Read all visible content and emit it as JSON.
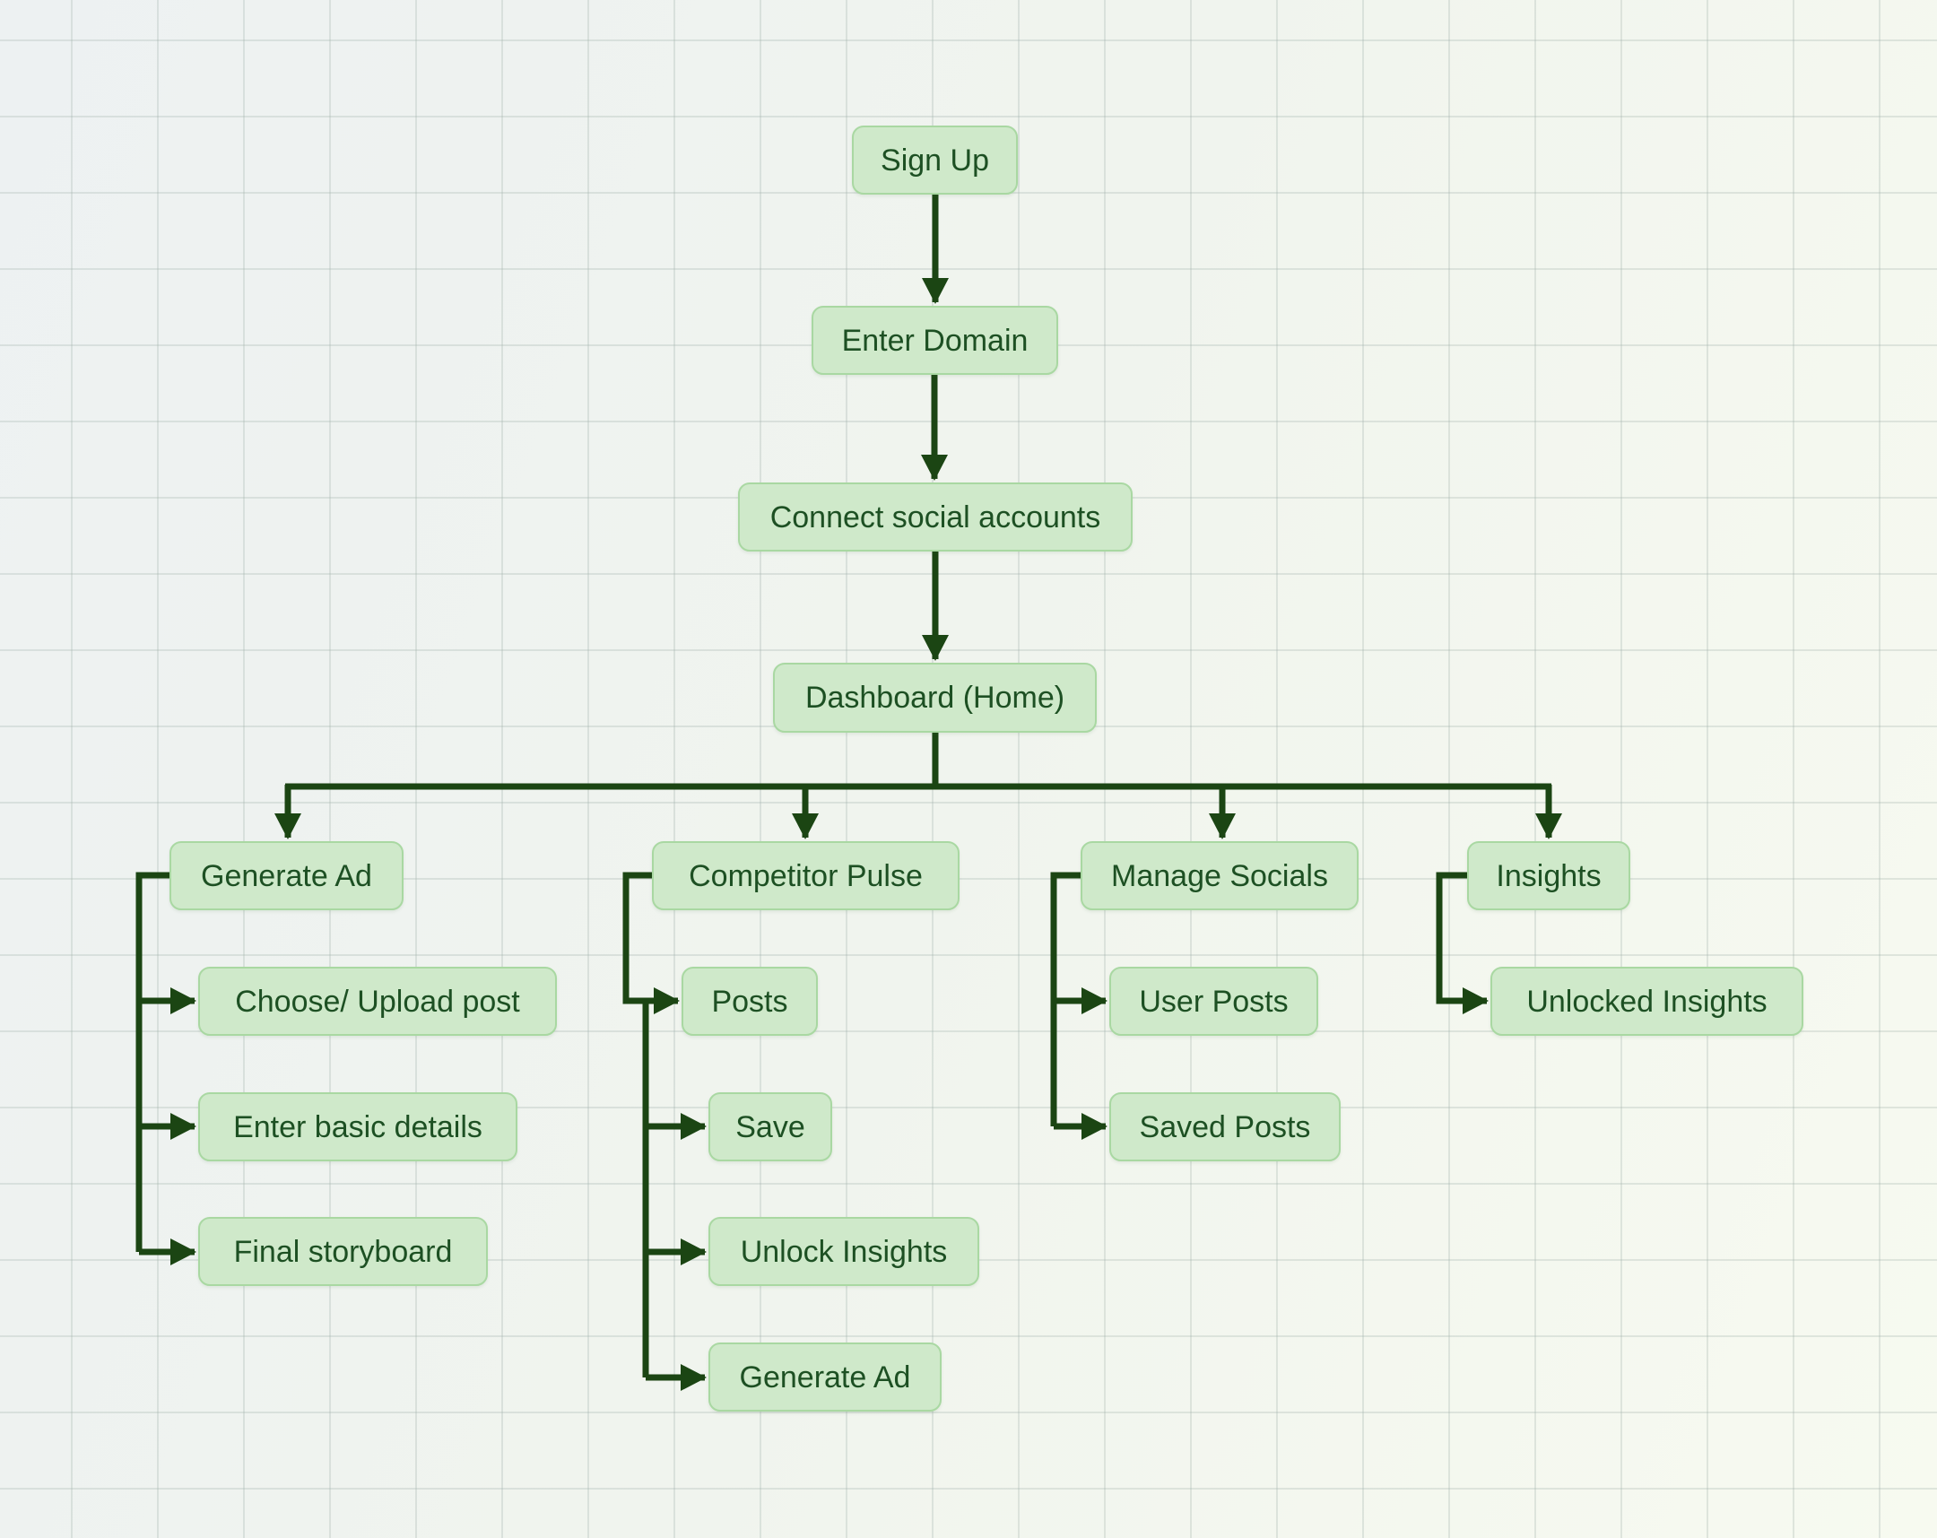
{
  "diagram": {
    "type": "flowchart",
    "nodes": [
      {
        "id": "sign-up",
        "label": "Sign Up"
      },
      {
        "id": "enter-domain",
        "label": "Enter Domain"
      },
      {
        "id": "connect-social-accounts",
        "label": "Connect social accounts"
      },
      {
        "id": "dashboard-home",
        "label": "Dashboard (Home)"
      },
      {
        "id": "generate-ad",
        "label": "Generate Ad"
      },
      {
        "id": "competitor-pulse",
        "label": "Competitor Pulse"
      },
      {
        "id": "manage-socials",
        "label": "Manage Socials"
      },
      {
        "id": "insights",
        "label": "Insights"
      },
      {
        "id": "choose-upload-post",
        "label": "Choose/ Upload post"
      },
      {
        "id": "enter-basic-details",
        "label": "Enter basic details"
      },
      {
        "id": "final-storyboard",
        "label": "Final storyboard"
      },
      {
        "id": "posts",
        "label": "Posts"
      },
      {
        "id": "save",
        "label": "Save"
      },
      {
        "id": "unlock-insights",
        "label": "Unlock Insights"
      },
      {
        "id": "generate-ad-2",
        "label": "Generate Ad"
      },
      {
        "id": "user-posts",
        "label": "User Posts"
      },
      {
        "id": "saved-posts",
        "label": "Saved Posts"
      },
      {
        "id": "unlocked-insights",
        "label": "Unlocked Insights"
      }
    ],
    "edges": [
      {
        "from": "sign-up",
        "to": "enter-domain"
      },
      {
        "from": "enter-domain",
        "to": "connect-social-accounts"
      },
      {
        "from": "connect-social-accounts",
        "to": "dashboard-home"
      },
      {
        "from": "dashboard-home",
        "to": "generate-ad"
      },
      {
        "from": "dashboard-home",
        "to": "competitor-pulse"
      },
      {
        "from": "dashboard-home",
        "to": "manage-socials"
      },
      {
        "from": "dashboard-home",
        "to": "insights"
      },
      {
        "from": "generate-ad",
        "to": "choose-upload-post"
      },
      {
        "from": "generate-ad",
        "to": "enter-basic-details"
      },
      {
        "from": "generate-ad",
        "to": "final-storyboard"
      },
      {
        "from": "competitor-pulse",
        "to": "posts"
      },
      {
        "from": "competitor-pulse",
        "to": "save"
      },
      {
        "from": "competitor-pulse",
        "to": "unlock-insights"
      },
      {
        "from": "competitor-pulse",
        "to": "generate-ad-2"
      },
      {
        "from": "manage-socials",
        "to": "user-posts"
      },
      {
        "from": "manage-socials",
        "to": "saved-posts"
      },
      {
        "from": "insights",
        "to": "unlocked-insights"
      }
    ]
  },
  "colors": {
    "node_fill": "#cfe9ca",
    "node_border": "#a9d8a2",
    "node_text": "#1d5023",
    "connector": "#1b4513"
  }
}
